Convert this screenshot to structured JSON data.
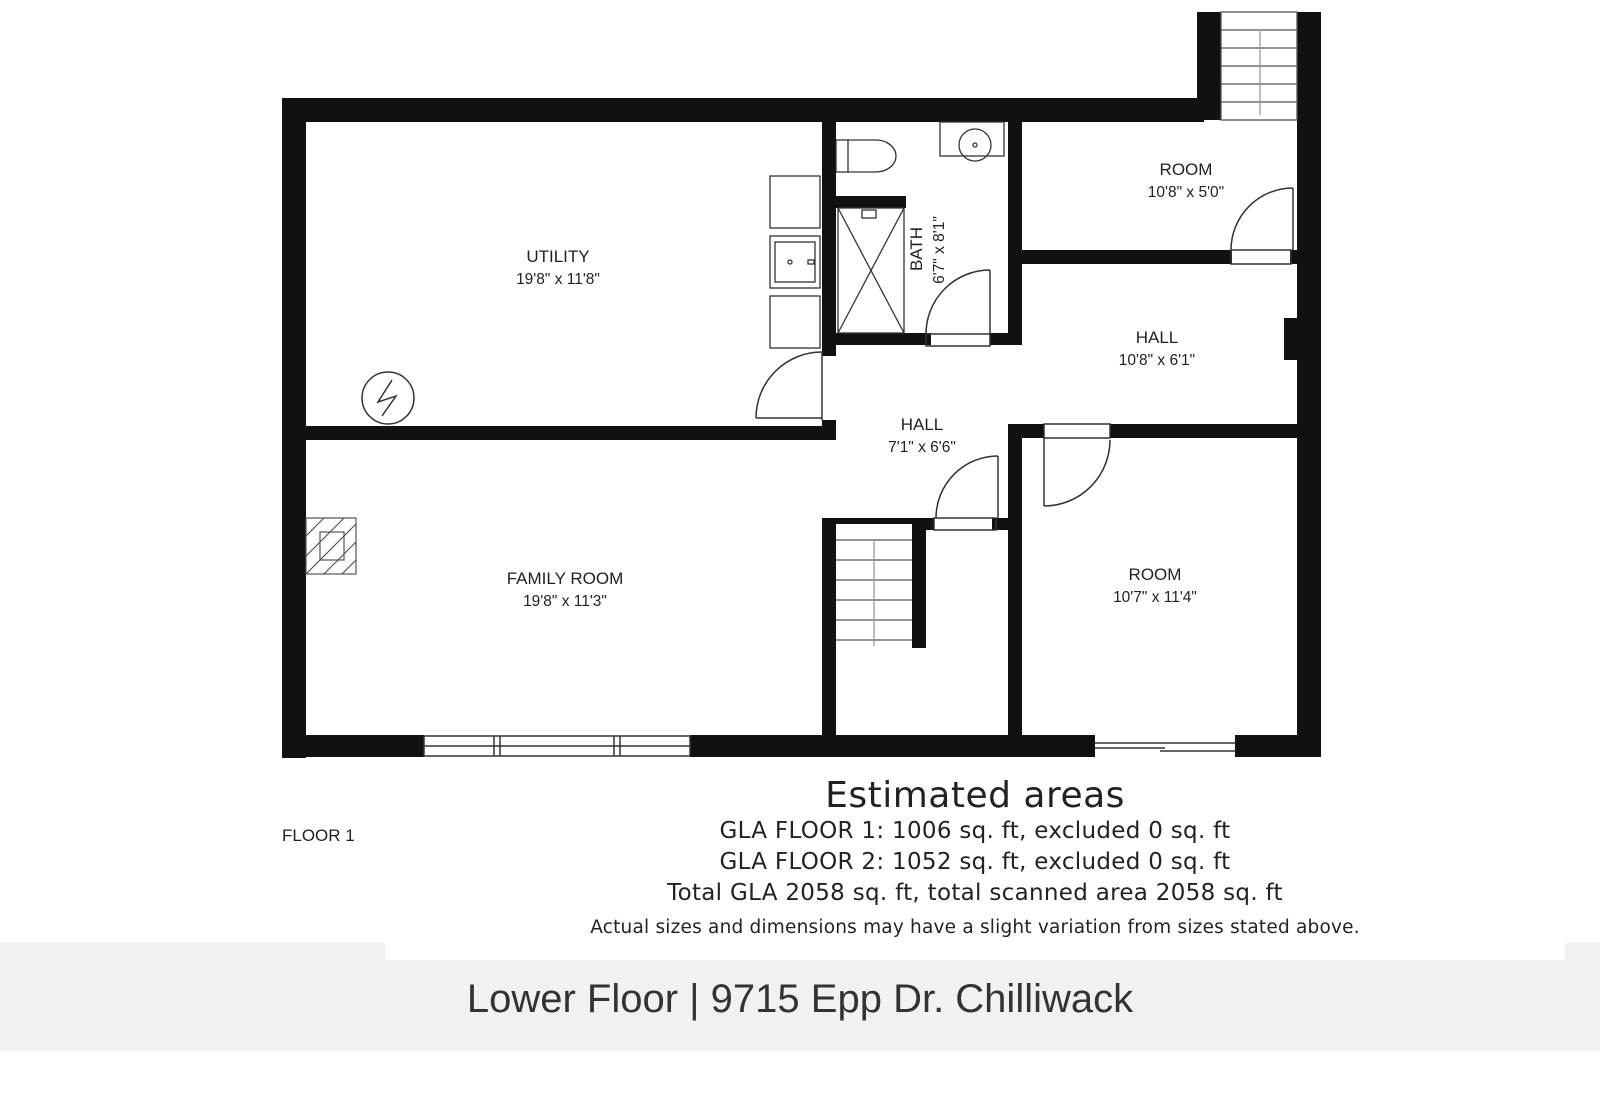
{
  "floor_label": "FLOOR 1",
  "rooms": {
    "utility": {
      "name": "UTILITY",
      "dims": "19'8\" x 11'8\""
    },
    "family": {
      "name": "FAMILY ROOM",
      "dims": "19'8\" x 11'3\""
    },
    "bath": {
      "name": "BATH",
      "dims": "6'7\" x 8'1\""
    },
    "room_top": {
      "name": "ROOM",
      "dims": "10'8\" x 5'0\""
    },
    "hall_upper": {
      "name": "HALL",
      "dims": "10'8\" x 6'1\""
    },
    "hall_lower": {
      "name": "HALL",
      "dims": "7'1\" x 6'6\""
    },
    "room_bottom": {
      "name": "ROOM",
      "dims": "10'7\" x 11'4\""
    }
  },
  "areas": {
    "title": "Estimated areas",
    "gla_floor_1": "GLA FLOOR 1: 1006 sq. ft, excluded 0 sq. ft",
    "gla_floor_2": "GLA FLOOR 2: 1052 sq. ft, excluded 0 sq. ft",
    "total": "Total GLA 2058 sq. ft, total scanned area 2058 sq. ft",
    "note": "Actual sizes and dimensions may have a slight variation from sizes stated above."
  },
  "footer": "Lower Floor | 9715 Epp Dr. Chilliwack",
  "colors": {
    "wall": "#111111",
    "footer_bg": "#f1f1f1"
  }
}
